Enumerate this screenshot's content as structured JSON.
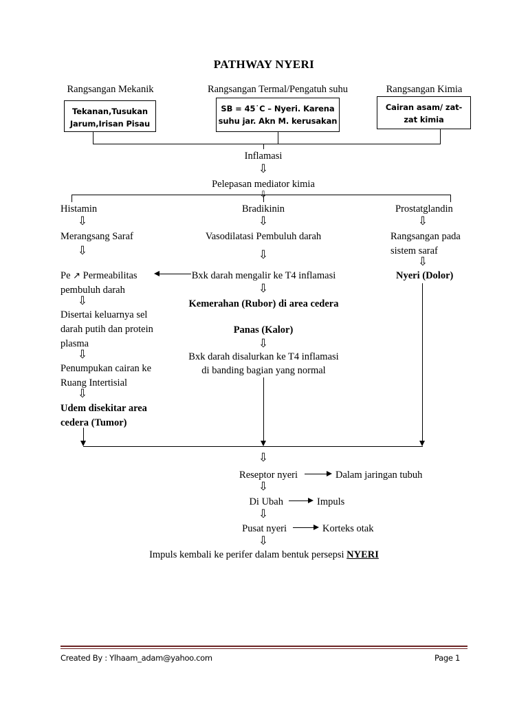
{
  "document": {
    "title": "PATHWAY NYERI"
  },
  "stimuli": {
    "headings": [
      {
        "label": "Rangsangan Mekanik"
      },
      {
        "label": "Rangsangan Termal/Pengatuh suhu"
      },
      {
        "label": "Rangsangan Kimia"
      }
    ],
    "boxes": [
      {
        "line1": "Tekanan,Tusukan",
        "line2": "Jarum,Irisan Pisau"
      },
      {
        "line1": "SB = 45˙C – Nyeri. Karena",
        "line2": "suhu jar. Akn M. kerusakan"
      },
      {
        "line1": "Cairan asam/ zat-",
        "line2": "zat kimia"
      }
    ]
  },
  "flow": {
    "inflamasi": "Inflamasi",
    "pelepasan": "Pelepasan mediator kimia",
    "mediators": [
      {
        "label": "Histamin"
      },
      {
        "label": "Bradikinin"
      },
      {
        "label": "Prostatglandin"
      }
    ]
  },
  "left_branch": {
    "merangsang_saraf": "Merangsang Saraf",
    "permeabilitas_pre": "Pe",
    "permeabilitas_arrow": "↗",
    "permeabilitas_post": "Permeabilitas",
    "permeabilitas_line2": "pembuluh darah",
    "disertai_l1": "Disertai keluarnya sel",
    "disertai_l2": "darah putih dan protein",
    "disertai_l3": "plasma",
    "penumpukan_l1": "Penumpukan cairan ke",
    "penumpukan_l2": "Ruang Intertisial",
    "udem_l1": "Udem disekitar area",
    "udem_l2": "cedera (Tumor)"
  },
  "middle_branch": {
    "vasodilatasi": "Vasodilatasi Pembuluh darah",
    "bxk_mengalir": "Bxk darah mengalir ke T4 inflamasi",
    "kemerahan": "Kemerahan (Rubor) di area cedera",
    "panas": "Panas (Kalor)",
    "disalurkan_l1": "Bxk darah disalurkan ke T4 inflamasi",
    "disalurkan_l2": "di banding bagian yang normal"
  },
  "right_branch": {
    "rangsangan_l1": "Rangsangan pada",
    "rangsangan_l2": "sistem saraf",
    "nyeri_dolor": "Nyeri (Dolor)"
  },
  "bottom_chain": {
    "rows": [
      {
        "left": "Reseptor nyeri",
        "right": "Dalam jaringan tubuh"
      },
      {
        "left": "Di Ubah",
        "right": "Impuls"
      },
      {
        "left": "Pusat nyeri",
        "right": "Korteks otak"
      }
    ],
    "final_prefix": "Impuls kembali ke perifer dalam bentuk persepsi ",
    "final_emphasis": "NYERI"
  },
  "icons": {
    "down_arrow": "⇩"
  },
  "footer": {
    "created_by": "Created By : Ylhaam_adam@yahoo.com",
    "page": "Page 1",
    "rule_color": "#6b2222"
  }
}
